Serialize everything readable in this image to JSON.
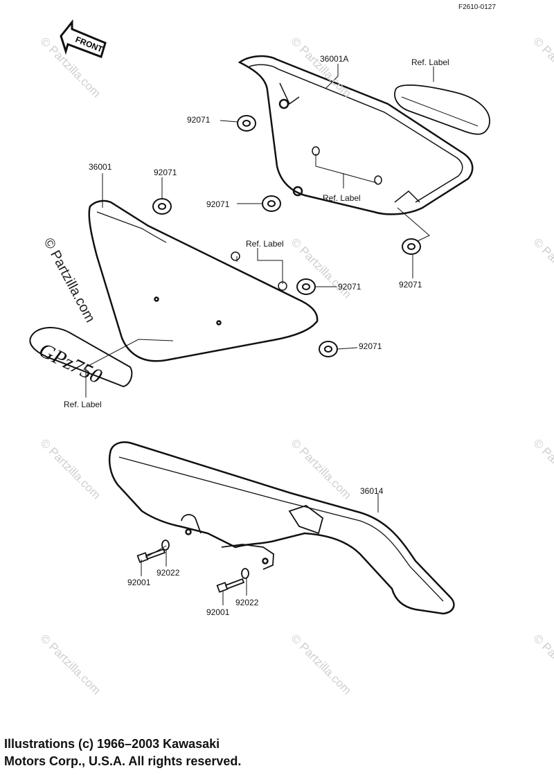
{
  "drawing_code": "F2610-0127",
  "front_label": "FRONT",
  "emblem_text": "GPz750",
  "watermark": "© Partzilla.com",
  "callouts": {
    "p36001A": "36001A",
    "p36001": "36001",
    "p36014": "36014",
    "g1": "92071",
    "g2": "92071",
    "g3": "92071",
    "g4": "92071",
    "g5": "92071",
    "g6": "92071",
    "ref1": "Ref. Label",
    "ref2": "Ref. Label",
    "ref3": "Ref. Label",
    "ref4": "Ref. Label",
    "b1": "92001",
    "b2": "92001",
    "w1": "92022",
    "w2": "92022"
  },
  "copyright": {
    "line1": "Illustrations (c) 1966–2003 Kawasaki",
    "line2": "Motors Corp., U.S.A.  All rights reserved."
  }
}
